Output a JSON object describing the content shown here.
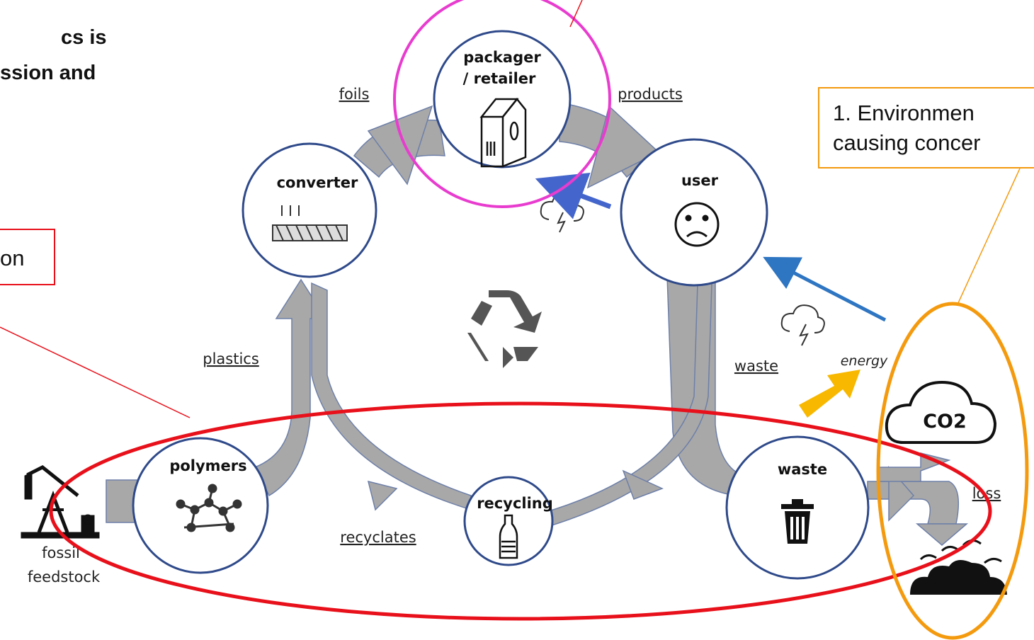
{
  "heading": {
    "line1": "cs is",
    "line2": "ssion and"
  },
  "left_callout": {
    "text": "on"
  },
  "right_callout": {
    "line1": "1. Environmen",
    "line2": "causing concer"
  },
  "nodes": {
    "packager": {
      "line1": "packager",
      "line2": "/ retailer"
    },
    "converter": {
      "label": "converter"
    },
    "user": {
      "label": "user"
    },
    "polymers": {
      "label": "polymers"
    },
    "recycling": {
      "label": "recycling"
    },
    "waste": {
      "label": "waste"
    },
    "co2": {
      "label": "CO2"
    }
  },
  "flows": {
    "foils": "foils",
    "products": "products",
    "plastics": "plastics",
    "waste": "waste",
    "recyclates": "recyclates",
    "energy": "energy",
    "loss": "loss"
  },
  "feedstock": {
    "line1": "fossil",
    "line2": "feedstock"
  },
  "colors": {
    "pink_circle": "#e83ccf",
    "red_ellipse": "#e8101a",
    "orange_ellipse": "#f49a0e",
    "flow_gray": "#a8a8a8",
    "node_border": "#2f4a8a",
    "blue_arrow": "#2e75c2",
    "yellow_arrow": "#f8b800"
  }
}
